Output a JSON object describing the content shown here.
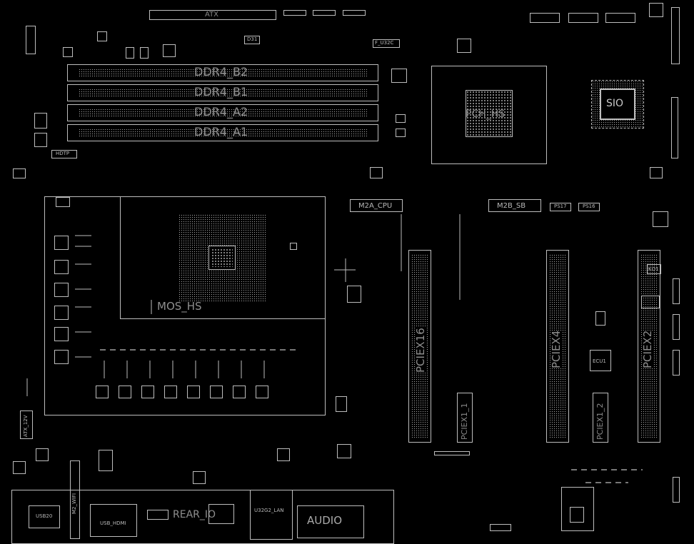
{
  "labels": {
    "atx": "ATX",
    "ddr_b2": "DDR4_B2",
    "ddr_b1": "DDR4_B1",
    "ddr_a2": "DDR4_A2",
    "ddr_a1": "DDR4_A1",
    "pch_hs": "PCH_HS",
    "sio": "SIO",
    "m2a_cpu": "M2A_CPU",
    "m2b_sb": "M2B_SB",
    "mos_hs": "MOS_HS",
    "pciex16": "PCIEX16",
    "pciex4": "PCIEX4",
    "pciex2": "PCIEX2",
    "pciex1_1": "PCIEX1_1",
    "pciex1_2": "PCIEX1_2",
    "audio": "AUDIO",
    "rear_io": "REAR_IO",
    "usb20": "USB20",
    "usb_hdmi": "USB_HDMI",
    "u32g2_lan": "U32G2_LAN",
    "hdtp": "HDTP",
    "atx_12v": "ATX_12V",
    "ec_u32c": "F_U32C",
    "ecu1": "ECU1",
    "ps17": "PS17",
    "ps16": "PS16",
    "m2_wifi": "M2_WIFI",
    "d31": "D31",
    "kq1": "KQ1"
  }
}
